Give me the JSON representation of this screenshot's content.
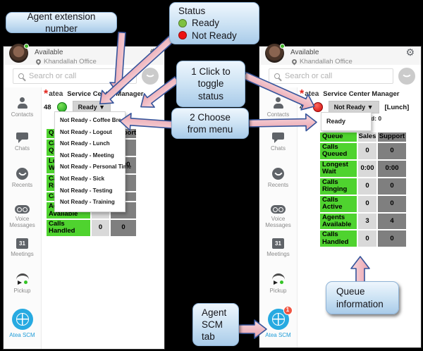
{
  "callouts": {
    "agent_extension": "Agent extension number",
    "status": {
      "title": "Status",
      "ready": "Ready",
      "not_ready": "Not Ready",
      "ready_color": "#7ec141",
      "not_ready_color": "#ee1111"
    },
    "click_toggle": "1 Click to\ntoggle\nstatus",
    "choose_menu": "2 Choose\nfrom menu",
    "queue_info": "Queue\ninformation",
    "agent_scm_tab": "Agent\nSCM\ntab"
  },
  "app": {
    "presence": "Available",
    "location": "Khandallah Office",
    "search_placeholder": "Search or call",
    "brand": "atea",
    "scm_title": "Service Center Manager",
    "extension": "48"
  },
  "sidebar": {
    "items": [
      {
        "key": "contacts",
        "label": "Contacts"
      },
      {
        "key": "chats",
        "label": "Chats"
      },
      {
        "key": "recents",
        "label": "Recents"
      },
      {
        "key": "voicemail",
        "label": "Voice\nMessages"
      },
      {
        "key": "meetings",
        "label": "Meetings",
        "icon_text": "31"
      },
      {
        "key": "pickup",
        "label": "Pickup"
      },
      {
        "key": "atea-scm",
        "label": "Atea SCM"
      }
    ]
  },
  "left_app": {
    "status_button": "Ready ▼",
    "menu_items": [
      "Not Ready - Coffee Break",
      "Not Ready - Logout",
      "Not Ready - Lunch",
      "Not Ready - Meeting",
      "Not Ready - Personal Time",
      "Not Ready - Sick",
      "Not Ready - Testing",
      "Not Ready - Training"
    ]
  },
  "right_app": {
    "status_button": "Not Ready ▼",
    "status_note": "[Lunch]",
    "menu_items": [
      "Ready"
    ],
    "obscured_text": "d: 0",
    "badge": "1"
  },
  "queue_table": {
    "columns": [
      "Queue",
      "Sales",
      "Support"
    ],
    "rows": [
      {
        "label": "Calls Queued",
        "values": [
          "0",
          "0"
        ]
      },
      {
        "label": "Longest Wait",
        "values": [
          "0:00",
          "0:00"
        ]
      },
      {
        "label": "Calls Ringing",
        "values": [
          "0",
          "0"
        ]
      },
      {
        "label": "Calls Active",
        "values": [
          "0",
          "0"
        ]
      },
      {
        "label": "Agents Available",
        "values": [
          "3",
          "4"
        ]
      },
      {
        "label": "Calls Handled",
        "values": [
          "0",
          "0"
        ]
      }
    ],
    "colors": {
      "label_bg": "#4fd32f",
      "col1_bg": "#d9d9d9",
      "col2_bg": "#7f7f7f"
    }
  }
}
